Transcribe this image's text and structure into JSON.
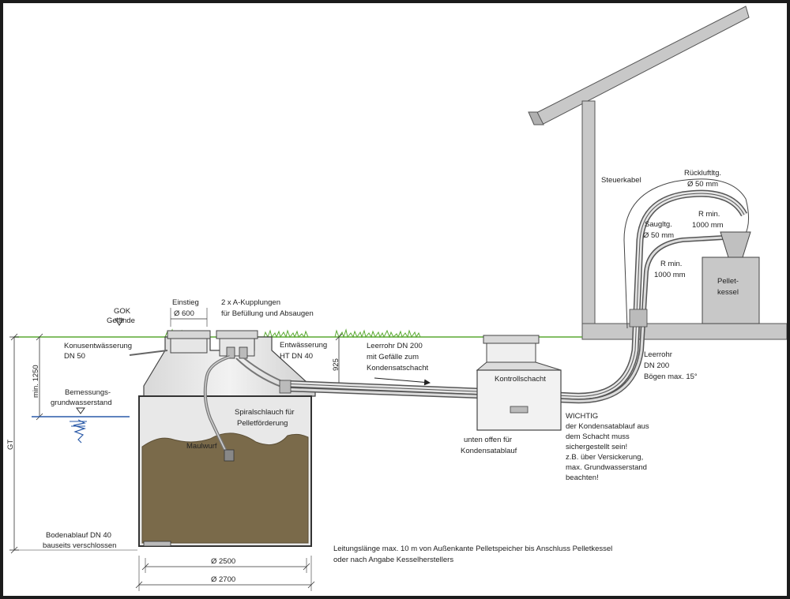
{
  "labels": {
    "gok": "GOK",
    "gelaende": "Gelände",
    "einstieg": "Einstieg",
    "einstieg_dia": "Ø 600",
    "kupplungen_1": "2 x A-Kupplungen",
    "kupplungen_2": "für Befüllung und Absaugen",
    "konusentwaesserung_1": "Konusentwässerung",
    "konusentwaesserung_2": "DN 50",
    "entwaesserung_1": "Entwässerung",
    "entwaesserung_2": "HT DN 40",
    "dim_925": "925",
    "min_1250": "min. 1250",
    "gt": "GT",
    "bemessung_1": "Bemessungs-",
    "bemessung_2": "grundwasserstand",
    "spiral_1": "Spiralschlauch für",
    "spiral_2": "Pelletförderung",
    "maulwurf": "Maulwurf",
    "bodenablauf_1": "Bodenablauf DN 40",
    "bodenablauf_2": "bauseits verschlossen",
    "dia_2500": "Ø 2500",
    "dia_2700": "Ø 2700",
    "leerrohr200_1": "Leerrohr DN 200",
    "leerrohr200_2": "mit Gefälle zum",
    "leerrohr200_3": "Kondensatschacht",
    "kontrollschacht": "Kontrollschacht",
    "unten_offen_1": "unten offen für",
    "unten_offen_2": "Kondensatablauf",
    "steuerkabel": "Steuerkabel",
    "rueckluft_1": "Rückluftltg.",
    "rueckluft_2": "Ø 50 mm",
    "rmin_a_1": "R min.",
    "rmin_a_2": "1000 mm",
    "saug_1": "Saugltg.",
    "saug_2": "Ø 50 mm",
    "rmin_b_1": "R min.",
    "rmin_b_2": "1000 mm",
    "kessel_1": "Pellet-",
    "kessel_2": "kessel",
    "leerrohr_1": "Leerrohr",
    "leerrohr_2": "DN 200",
    "leerrohr_3": "Bögen max. 15°",
    "wichtig_1": "WICHTIG",
    "wichtig_2": "der Kondensatablauf aus",
    "wichtig_3": "dem Schacht muss",
    "wichtig_4": "sichergestellt sein!",
    "wichtig_5": "z.B. über Versickerung,",
    "wichtig_6": "max. Grundwasserstand",
    "wichtig_7": "beachten!",
    "footer_1": "Leitungslänge max. 10 m von Außenkante Pelletspeicher bis Anschluss Pelletkessel",
    "footer_2": "oder nach Angabe Kesselherstellers"
  },
  "colors": {
    "grass": "#5aa832",
    "pellets": "#7a6a4a",
    "tank_fill": "#e4e4e4",
    "water": "#2a5aa8",
    "line": "#333333"
  }
}
